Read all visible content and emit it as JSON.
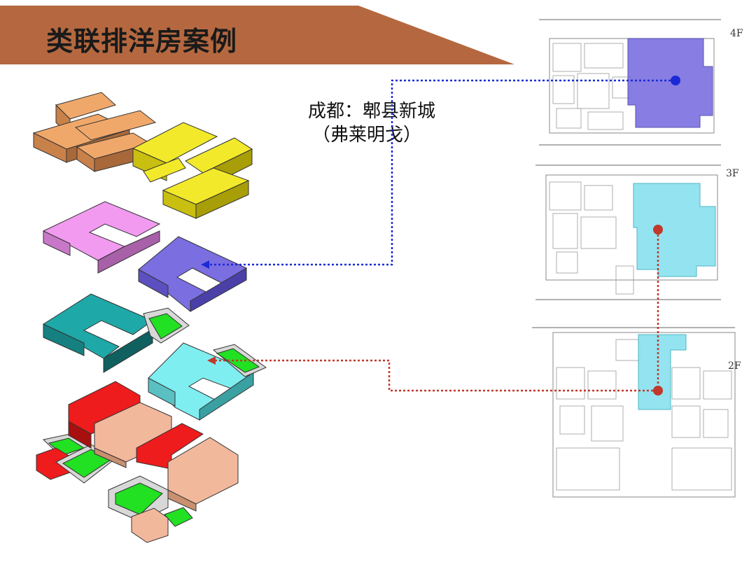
{
  "slide": {
    "title": "类联排洋房案例",
    "caption_line1": "成都：郫县新城",
    "caption_line2": "（弗莱明戈）"
  },
  "floors": [
    {
      "label": "4F",
      "highlight_color": "#7b6fe0",
      "marker_color": "#1a2bd6"
    },
    {
      "label": "3F",
      "highlight_color": "#8ee3f0",
      "marker_color": "#c0392b"
    },
    {
      "label": "2F",
      "highlight_color": "#8ee3f0",
      "marker_color": "#c0392b"
    }
  ],
  "colors": {
    "title_band": "#b5683f",
    "orange_block": "#f0a86a",
    "yellow_block": "#f2e92a",
    "pink_block": "#f19af0",
    "purple_block": "#7a6ee0",
    "teal_block": "#1fa8a8",
    "cyan_block": "#7feef0",
    "red_block": "#ee1c1c",
    "tan_block": "#f2b89c",
    "green_terrace": "#22e022",
    "blue_link": "#1a2bd6",
    "red_link": "#c0392b"
  }
}
